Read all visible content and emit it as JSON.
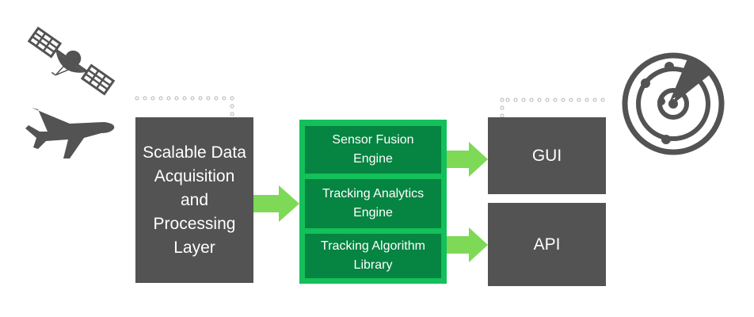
{
  "diagram": {
    "source_icons": [
      {
        "name": "satellite",
        "icon": "satellite-icon"
      },
      {
        "name": "airplane",
        "icon": "airplane-icon"
      }
    ],
    "acquisition_layer": {
      "label": "Scalable Data Acquisition and Processing Layer",
      "lines": [
        "Scalable Data",
        "Acquisition",
        "and",
        "Processing",
        "Layer"
      ]
    },
    "engine_group": {
      "cells": [
        {
          "lines": [
            "Sensor Fusion",
            "Engine"
          ]
        },
        {
          "lines": [
            "Tracking Analytics",
            "Engine"
          ]
        },
        {
          "lines": [
            "Tracking Algorithm",
            "Library"
          ]
        }
      ]
    },
    "outputs": [
      {
        "label": "GUI"
      },
      {
        "label": "API"
      }
    ],
    "output_icon": "radar-icon",
    "colors": {
      "box_dark": "#535353",
      "green_border": "#13c05a",
      "green_cell": "#068441",
      "arrow_green": "#7ed957",
      "dots": "#bfbfbf"
    }
  }
}
